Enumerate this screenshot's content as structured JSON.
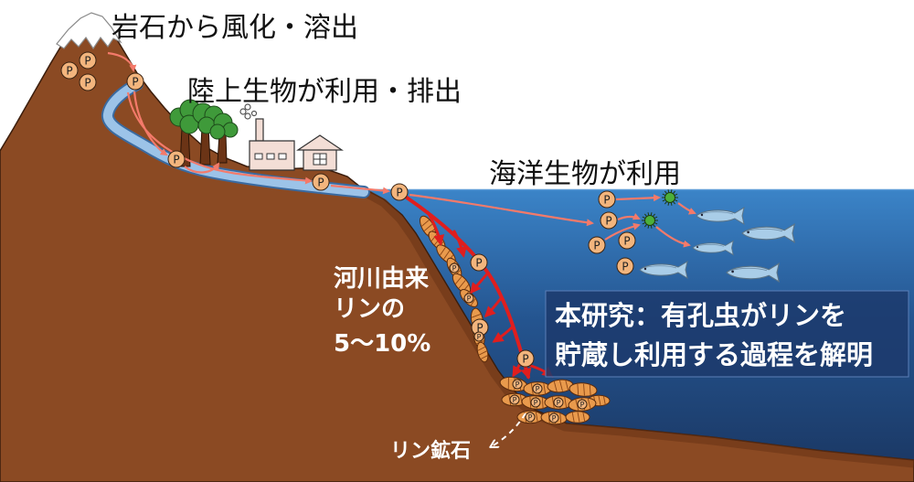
{
  "labels": {
    "weathering": "岩石から風化・溶出",
    "land_biota": "陸上生物が利用・排出",
    "marine_biota": "海洋生物が利用",
    "river_origin": [
      "河川由来",
      "リンの",
      "5〜10%"
    ],
    "research_box": [
      "本研究：有孔虫がリンを",
      "貯蔵し利用する過程を解明"
    ],
    "phosphate_rock": "リン鉱石",
    "phosphorus_symbol": "P"
  },
  "colors": {
    "ocean_surface": "#3b84c8",
    "ocean_deep": "#1a3560",
    "earth": "#8b4a23",
    "river": "#9cc3e8",
    "phosphorus_marker": "#f3b57d",
    "foraminifera": "#e99a4c",
    "transport_arrow": "#f47a6a",
    "uptake_arrow": "#e01e1e",
    "plankton": "#4caf3a",
    "fish": "#a9cde8",
    "tree": "#3f9a3a",
    "research_box": "#1c3a6c"
  }
}
